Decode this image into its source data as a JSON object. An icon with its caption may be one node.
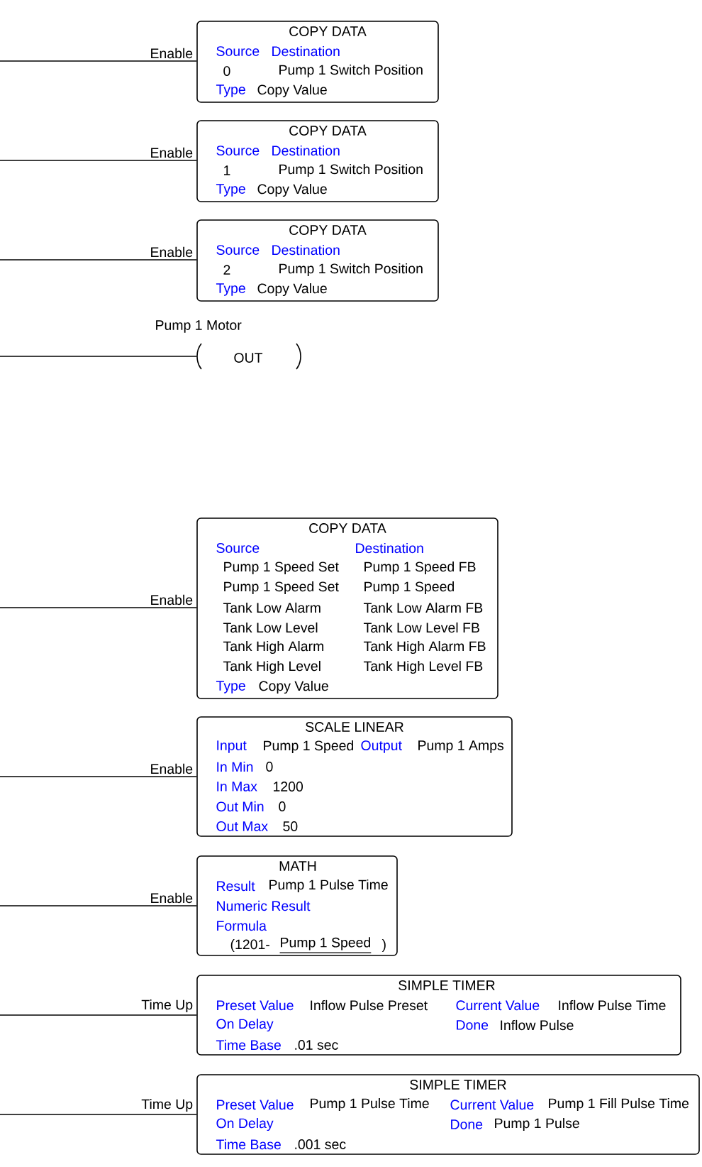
{
  "diagram": {
    "nodes": [
      {
        "text": [
          "COPY DATA",
          "Source",
          "Destination",
          "0",
          "Pump 1 Switch Position",
          "Type",
          "Copy Value"
        ]
      },
      {
        "text": [
          "COPY DATA",
          "Source",
          "Destination",
          "1",
          "Pump 1 Switch Position",
          "Type",
          "Copy Value"
        ]
      },
      {
        "text": [
          "COPY DATA",
          "Source",
          "Destination",
          "2",
          "Pump 1 Switch Position",
          "Type",
          "Copy Value"
        ]
      },
      {
        "text": [
          "OUT"
        ],
        "beside": [
          "Pump 1 Motor"
        ]
      },
      {
        "text": [
          "COPY DATA",
          "Source",
          "Destination",
          "Pump 1 Speed Set",
          "Pump 1 Speed FB",
          "Pump 1 Speed Set",
          "Pump 1 Speed",
          "Tank Low Alarm",
          "Tank Low Alarm FB",
          "Tank Low Level",
          "Tank Low Level FB",
          "Tank High Alarm",
          "Tank High Alarm FB",
          "Tank High Level",
          "Tank High Level FB",
          "Type",
          "Copy Value"
        ]
      },
      {
        "text": [
          "SCALE LINEAR",
          "Input",
          "Pump 1 Speed",
          "Output",
          "Pump 1 Amps",
          "In Min",
          "0",
          "In Max",
          "1200",
          "Out Min",
          "0",
          "Out Max",
          "50"
        ]
      },
      {
        "text": [
          "MATH",
          "Result",
          "Pump 1 Pulse Time",
          "Numeric Result",
          "Formula",
          "(1201-",
          "Pump 1 Speed",
          ")"
        ]
      },
      {
        "text": [
          "SIMPLE TIMER",
          "Preset Value",
          "Inflow Pulse Preset",
          "Current Value",
          "Inflow Pulse Time",
          "On Delay",
          "Done",
          "Inflow Pulse",
          "Time Base",
          ".01 sec"
        ]
      },
      {
        "text": [
          "SIMPLE TIMER",
          "Preset Value",
          "Pump 1 Pulse Time",
          "Current Value",
          "Pump 1 Fill Pulse Time",
          "On Delay",
          "Done",
          "Pump 1 Pulse",
          "Time Base",
          ".001 sec"
        ]
      }
    ],
    "edges": [
      {
        "from": null,
        "to": 0,
        "arrow": "none",
        "label": "Enable"
      },
      {
        "from": null,
        "to": 1,
        "arrow": "none",
        "label": "Enable"
      },
      {
        "from": null,
        "to": 2,
        "arrow": "none",
        "label": "Enable"
      },
      {
        "from": null,
        "to": 3,
        "arrow": "none"
      },
      {
        "from": null,
        "to": 4,
        "arrow": "none",
        "label": "Enable"
      },
      {
        "from": null,
        "to": 5,
        "arrow": "none",
        "label": "Enable"
      },
      {
        "from": null,
        "to": 6,
        "arrow": "none",
        "label": "Enable"
      },
      {
        "from": null,
        "to": 7,
        "arrow": "none",
        "label": "Time Up"
      },
      {
        "from": null,
        "to": 8,
        "arrow": "none",
        "label": "Time Up"
      }
    ]
  }
}
